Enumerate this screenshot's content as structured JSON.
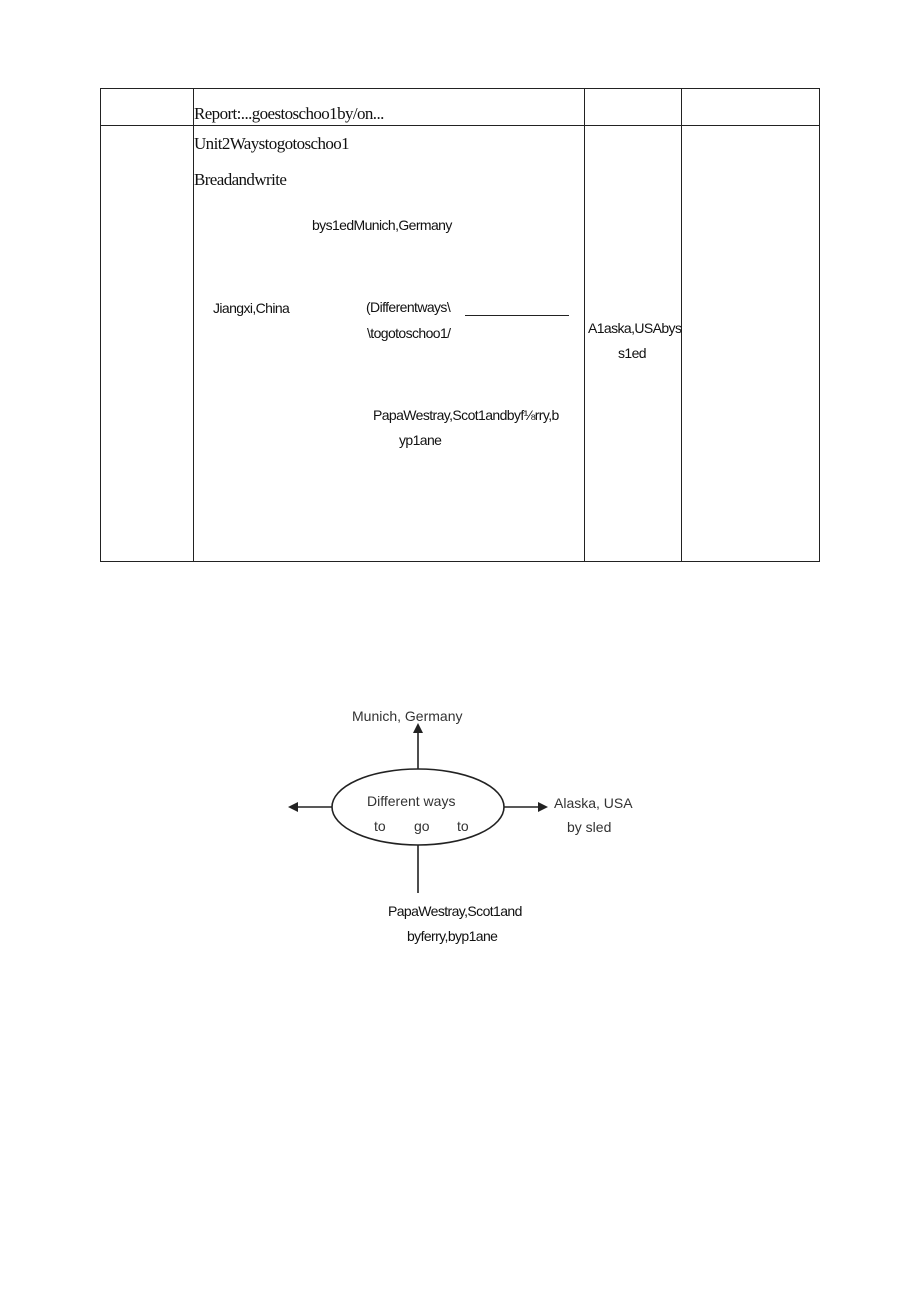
{
  "table": {
    "row1": {
      "report_text": "Report:...goestoschoo1by/on..."
    },
    "row2": {
      "title": "Unit2Waystogotoschoo1",
      "subtitle": "Breadandwrite",
      "munich": "bys1edMunich,Germany",
      "jiangxi": "Jiangxi,China",
      "different_line1": "(Differentways\\",
      "different_line2": "\\togotoschoo1/",
      "papa_line1": "PapaWestray,Scot1andbyf⅛rry,b",
      "papa_line2": "yp1ane",
      "alaska_line1": "A1aska,USAbys",
      "alaska_line2": "s1ed"
    }
  },
  "diagram": {
    "top_label": "Munich, Germany",
    "center_line1": "Different ways",
    "center_to1": "to",
    "center_go": "go",
    "center_to2": "to",
    "right_line1": "Alaska, USA",
    "right_line2": "by sled",
    "bottom_line1": "PapaWestray,Scot1and",
    "bottom_line2": "byferry,byp1ane"
  }
}
